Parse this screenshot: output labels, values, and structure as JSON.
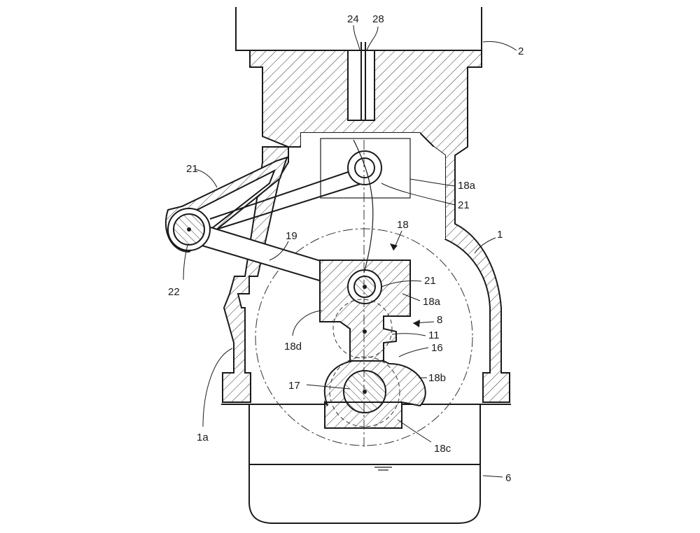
{
  "labels": {
    "l24": "24",
    "l28": "28",
    "l2": "2",
    "l21a": "21",
    "l18a_top": "18a",
    "l21b": "21",
    "l18": "18",
    "l1": "1",
    "l19": "19",
    "l22": "22",
    "l21c": "21",
    "l18a_mid": "18a",
    "l8": "8",
    "l11": "11",
    "l18d": "18d",
    "l16": "16",
    "l18b": "18b",
    "l17": "17",
    "l1a": "1a",
    "l18c": "18c",
    "l6": "6"
  },
  "colors": {
    "line": "#1a1a1a",
    "background": "#ffffff"
  }
}
